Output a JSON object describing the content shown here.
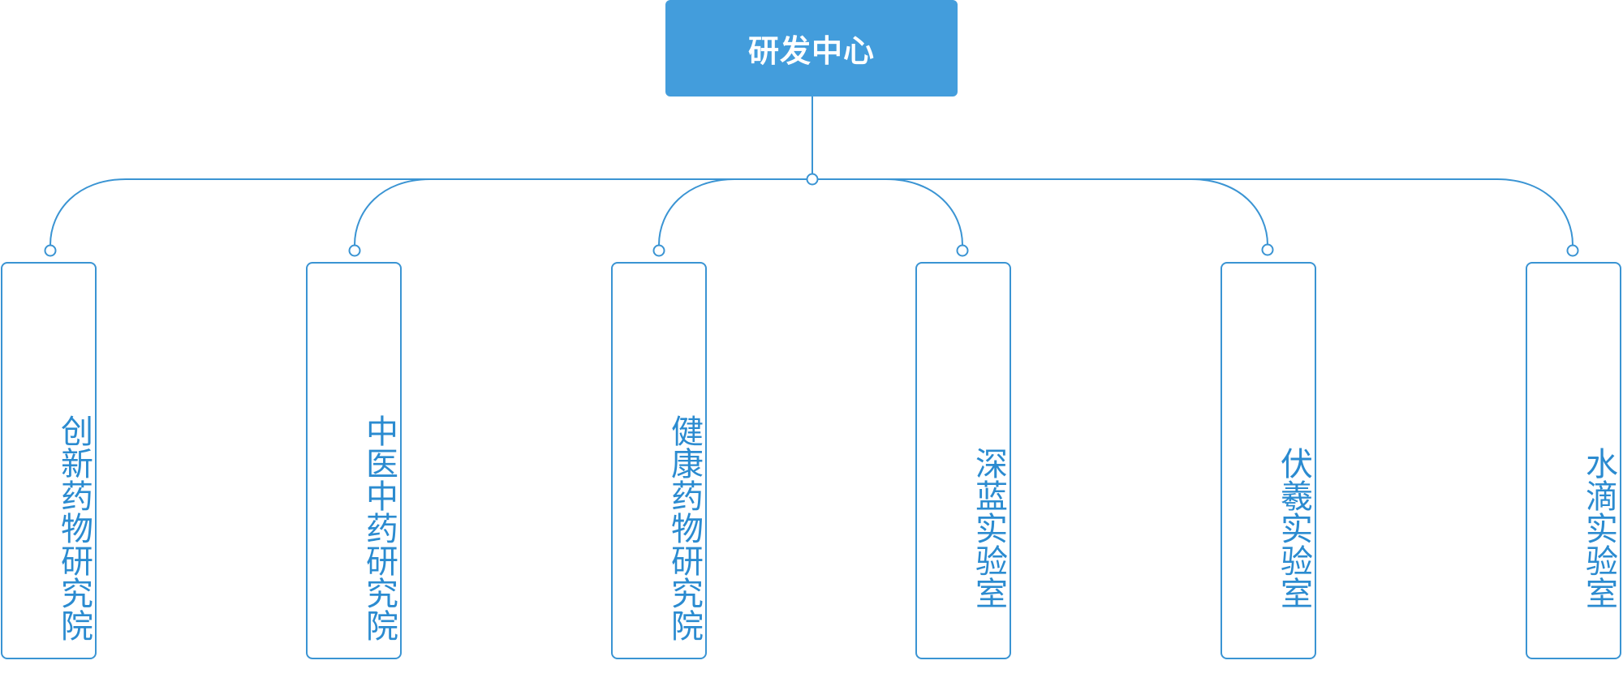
{
  "diagram": {
    "root": {
      "label": "研发中心"
    },
    "children": [
      {
        "id": "innovative-drug-institute",
        "label": "创新药物研究院"
      },
      {
        "id": "tcm-institute",
        "label": "中医中药研究院"
      },
      {
        "id": "health-drug-institute",
        "label": "健康药物研究院"
      },
      {
        "id": "deep-blue-lab",
        "label": "深蓝实验室"
      },
      {
        "id": "fuxi-lab",
        "label": "伏羲实验室"
      },
      {
        "id": "water-drop-lab",
        "label": "水滴实验室"
      }
    ],
    "colors": {
      "root_fill": "#439ddc",
      "root_text": "#ffffff",
      "line": "#3a94d3",
      "child_text": "#2b8bd0"
    }
  }
}
